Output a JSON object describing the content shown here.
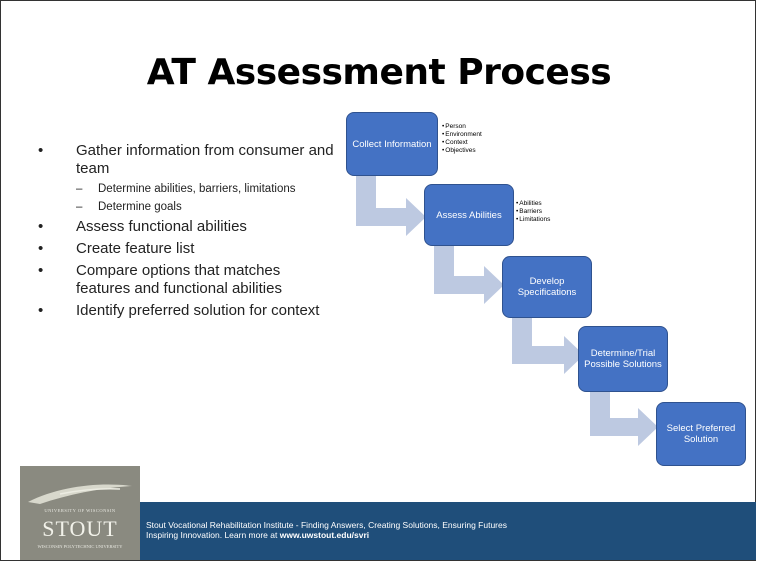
{
  "slide": {
    "title": "AT Assessment Process",
    "bullets": [
      {
        "text": "Gather information from consumer and team",
        "sub": [
          "Determine abilities, barriers, limitations",
          "Determine goals"
        ]
      },
      {
        "text": "Assess functional abilities",
        "sub": []
      },
      {
        "text": "Create feature list",
        "sub": []
      },
      {
        "text": "Compare options that matches features and functional abilities",
        "sub": []
      },
      {
        "text": "Identify preferred solution for context",
        "sub": []
      }
    ],
    "bullet_glyph": "•",
    "dash_glyph": "–"
  },
  "diagram": {
    "steps": [
      {
        "label": "Collect Information",
        "details": [
          "Person",
          "Environment",
          "Context",
          "Objectives"
        ]
      },
      {
        "label": "Assess Abilities",
        "details": [
          "Abilities",
          "Barriers",
          "Limitations"
        ]
      },
      {
        "label": "Develop Specifications",
        "details": []
      },
      {
        "label": "Determine/Trial Possible Solutions",
        "details": []
      },
      {
        "label": "Select Preferred Solution",
        "details": []
      }
    ],
    "colors": {
      "box": "#4472c4",
      "arrow": "#bdc9e1"
    }
  },
  "footer": {
    "line1": "Stout Vocational Rehabilitation Institute - Finding Answers, Creating Solutions, Ensuring Futures",
    "line2_prefix": "Inspiring Innovation.  Learn more at ",
    "line2_link": "www.uwstout.edu/svri",
    "color": "#1f4e7a"
  },
  "logo": {
    "top": "UNIVERSITY OF WISCONSIN",
    "main": "STOUT",
    "bottom": "WISCONSIN POLYTECHNIC UNIVERSITY"
  }
}
